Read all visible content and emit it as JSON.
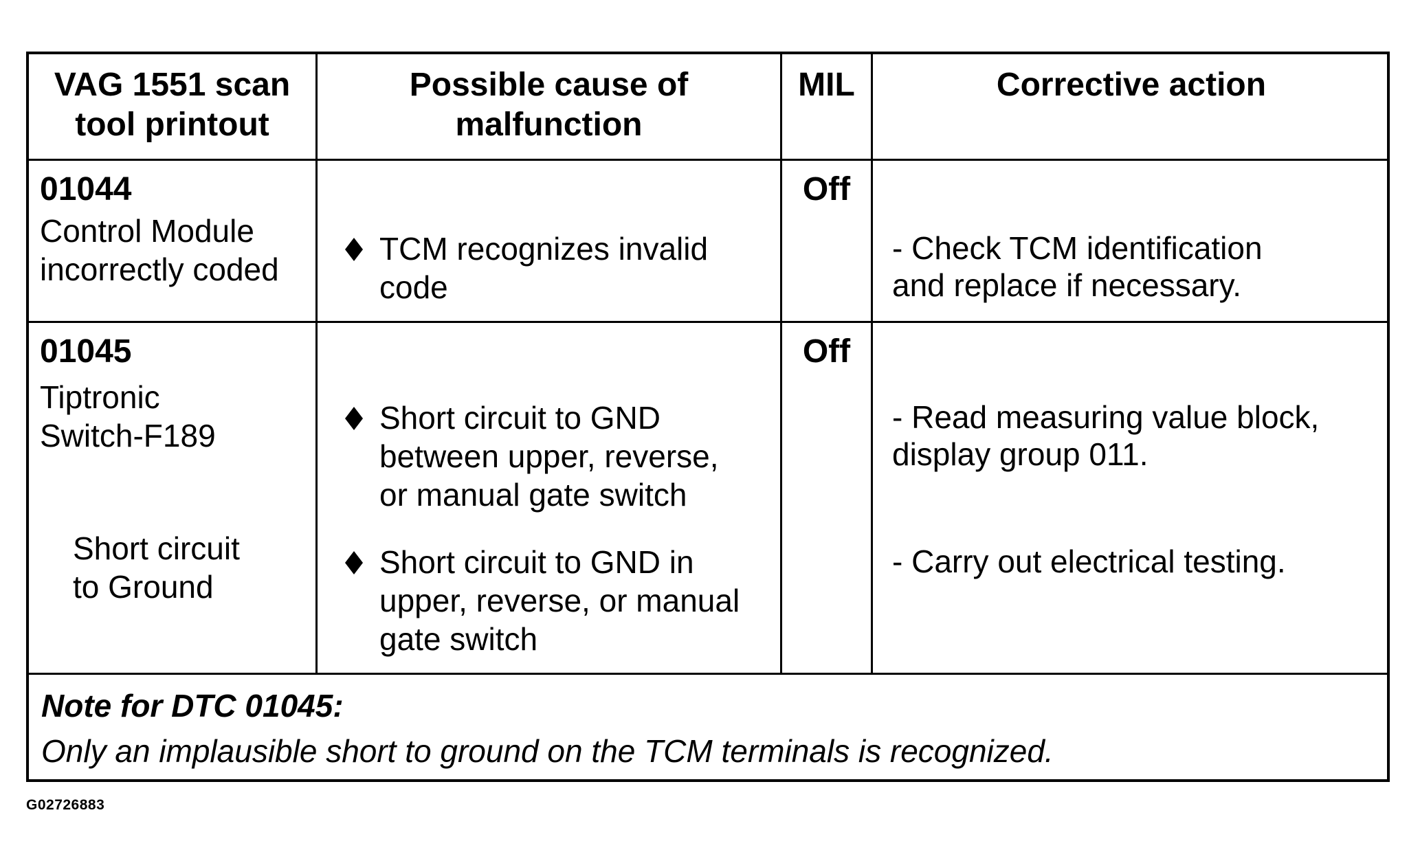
{
  "table": {
    "headers": [
      [
        "VAG 1551 scan",
        "tool printout"
      ],
      [
        "Possible cause of",
        "malfunction"
      ],
      [
        "MIL"
      ],
      [
        "Corrective action"
      ]
    ],
    "rows": [
      {
        "code": "01044",
        "desc_lines": [
          "Control Module",
          "incorrectly coded"
        ],
        "sub_lines": [],
        "causes": [
          [
            "TCM recognizes invalid",
            "code"
          ]
        ],
        "mil": "Off",
        "actions": [
          [
            "- Check TCM identification",
            "and replace if necessary."
          ]
        ]
      },
      {
        "code": "01045",
        "desc_lines": [
          "Tiptronic",
          "Switch-F189"
        ],
        "sub_lines": [
          "Short circuit",
          "to Ground"
        ],
        "causes": [
          [
            "Short circuit to GND",
            "between upper, reverse,",
            "or manual gate switch"
          ],
          [
            "Short circuit to GND in",
            "upper, reverse, or manual",
            "gate switch"
          ]
        ],
        "mil": "Off",
        "actions": [
          [
            "- Read measuring value block,",
            "display group 011."
          ],
          [
            "- Carry out electrical testing."
          ]
        ]
      }
    ],
    "note": {
      "title": "Note for DTC 01045:",
      "text": "Only an implausible short to ground on the TCM terminals is recognized."
    }
  },
  "figure_id": "G02726883",
  "icons": {
    "bullet": "diamond-bullet-icon"
  }
}
